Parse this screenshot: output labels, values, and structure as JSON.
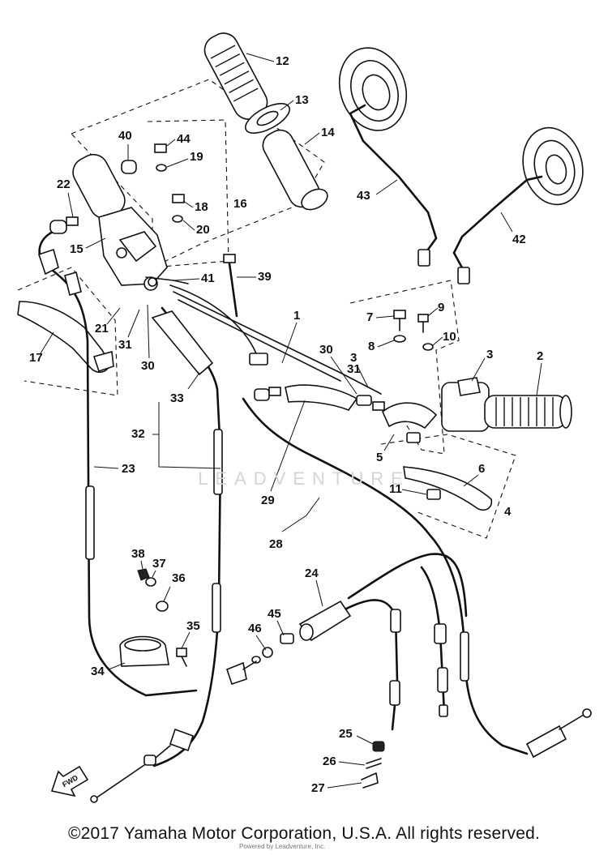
{
  "diagram": {
    "callouts": [
      "1",
      "2",
      "3",
      "3",
      "4",
      "5",
      "6",
      "7",
      "8",
      "9",
      "10",
      "11",
      "12",
      "13",
      "14",
      "15",
      "16",
      "17",
      "18",
      "19",
      "20",
      "21",
      "22",
      "23",
      "24",
      "25",
      "26",
      "27",
      "28",
      "29",
      "30",
      "30",
      "31",
      "31",
      "32",
      "33",
      "34",
      "35",
      "36",
      "37",
      "38",
      "39",
      "40",
      "41",
      "42",
      "43",
      "44",
      "45",
      "46"
    ],
    "arrow_label": "FWD"
  },
  "watermark": "LEADVENTURE",
  "footer": {
    "copyright": "©2017 Yamaha Motor Corporation, U.S.A. All rights reserved.",
    "credit": "Powered by Leadventure, Inc."
  }
}
